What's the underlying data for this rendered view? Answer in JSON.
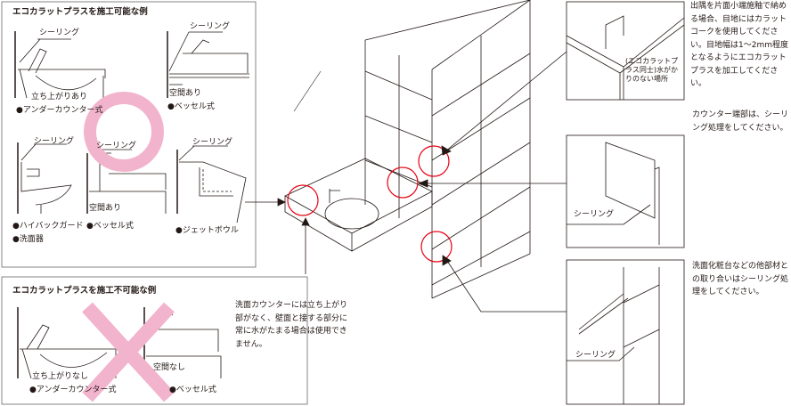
{
  "possible": {
    "title": "エコカラットプラスを施工可能な例",
    "sealing": "シーリング",
    "riser_yes": "立ち上がりあり",
    "space_yes": "空間あり",
    "under_counter": "●アンダーカウンター式",
    "vessel": "●ベッセル式",
    "high_back": "●ハイバックガード",
    "basin": "●洗面器",
    "jet_bowl": "●ジェットボウル"
  },
  "impossible": {
    "title": "エコカラットプラスを施工不可能な例",
    "riser_no": "立ち上がりなし",
    "space_no": "空間なし",
    "under_counter": "●アンダーカウンター式",
    "vessel": "●ベッセル式",
    "note": "洗面カウンターには立ち上がり部がなく、壁面と接する部分に常に水がたまる場合は使用できません。"
  },
  "details": {
    "corner_label": "(エコカラットプラス同士)水がかりのない場所",
    "corner_note": "出隅を片面小端施釉で納める場合、目地にはカラットコークを使用してください。目地幅は1～2mm程度となるようにエコカラットプラスを加工してください。",
    "counter_note": "カウンター端部は、シーリング処理をしてください。",
    "counter_sealing": "シーリング",
    "other_note": "洗面化粧台などの他部材との取り合いはシーリング処理をしてください。",
    "other_sealing": "シーリング"
  },
  "colors": {
    "ok_mark": "#f2b3cc",
    "ng_mark": "#f2b3cc",
    "highlight_circle": "#e60012"
  }
}
